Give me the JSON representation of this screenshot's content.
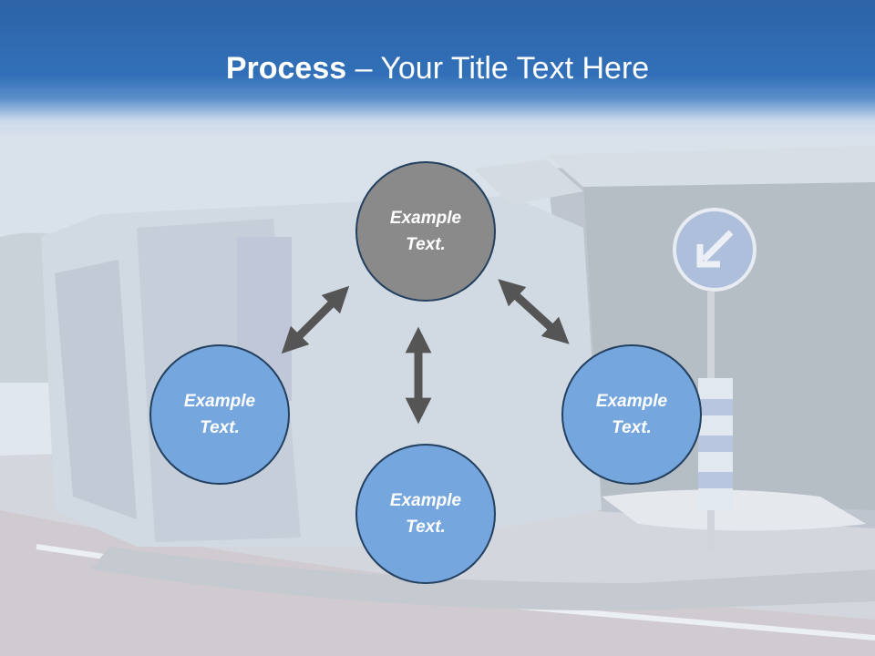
{
  "title": {
    "bold": "Process",
    "dash": " – ",
    "rest": "Your Title Text Here"
  },
  "nodes": {
    "top": {
      "line1": "Example",
      "line2": "Text."
    },
    "left": {
      "line1": "Example",
      "line2": "Text."
    },
    "right": {
      "line1": "Example",
      "line2": "Text."
    },
    "bottom": {
      "line1": "Example",
      "line2": "Text."
    }
  },
  "colors": {
    "header": "#3170b8",
    "node_center": "#8a8a8a",
    "node_outer": "#75a6de",
    "node_border": "#23405f",
    "arrow": "#555555"
  },
  "icons": [
    "double-arrow-icon"
  ]
}
